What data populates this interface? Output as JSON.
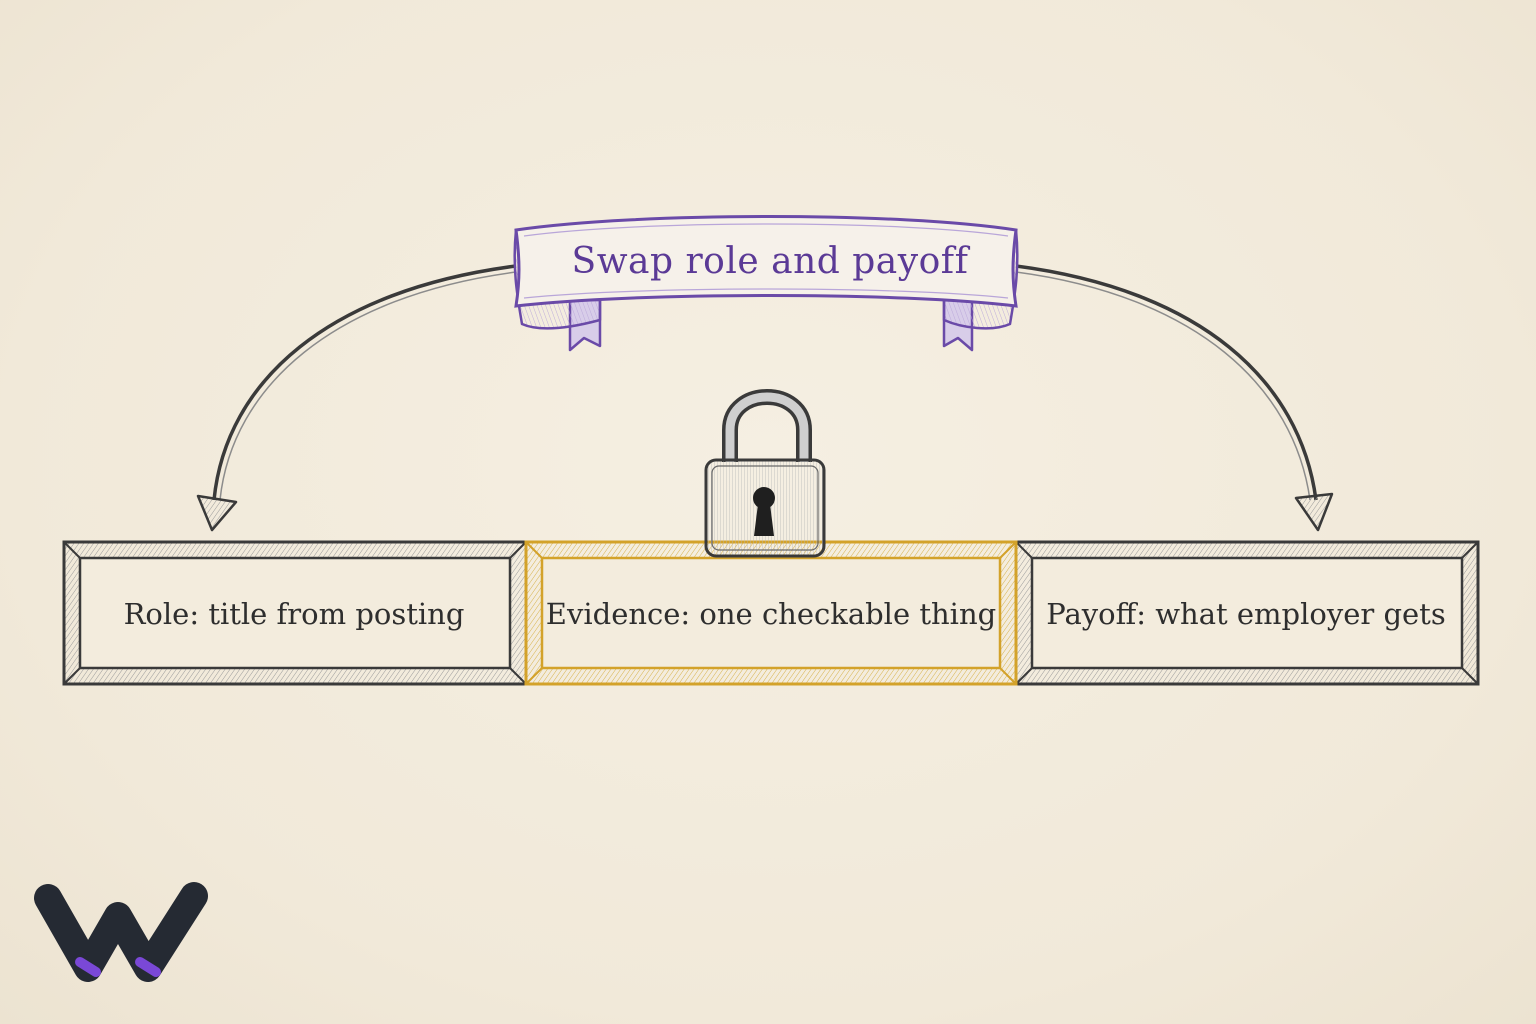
{
  "banner": {
    "title": "Swap role and payoff"
  },
  "boxes": [
    {
      "label": "Role: title from posting"
    },
    {
      "label": "Evidence: one checkable thing",
      "locked": true
    },
    {
      "label": "Payoff: what employer gets"
    }
  ],
  "icons": {
    "lock": "padlock-icon",
    "logo": "w-logo-icon"
  },
  "colors": {
    "background": "#f3ecdd",
    "banner_accent": "#6a4aa8",
    "highlight_box": "#d9a72a",
    "ink": "#3a3a3a",
    "logo_dark": "#252a33",
    "logo_accent": "#7a48d6"
  }
}
